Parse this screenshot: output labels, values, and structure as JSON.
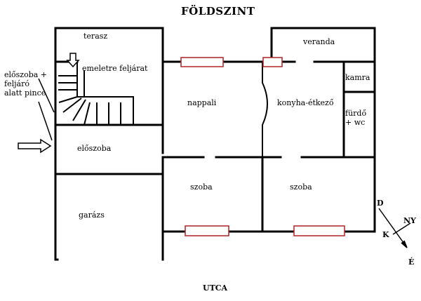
{
  "title": "FÖLDSZINT",
  "street": "UTCA",
  "rooms": {
    "terasz": "terasz",
    "veranda": "veranda",
    "stairs": "emeletre feljárat",
    "kamra": "kamra",
    "nappali": "nappali",
    "konyha": "konyha-étkező",
    "furdo": "fürdő + wc",
    "eloszoba": "előszoba",
    "szoba_left": "szoba",
    "szoba_right": "szoba",
    "garazs": "garázs"
  },
  "annotation": "előszoba + feljáró alatt pince",
  "compass": {
    "d": "D",
    "ny": "NY",
    "k": "K",
    "e": "É"
  },
  "colors": {
    "walls": "#000000",
    "windows": "#b22222"
  }
}
